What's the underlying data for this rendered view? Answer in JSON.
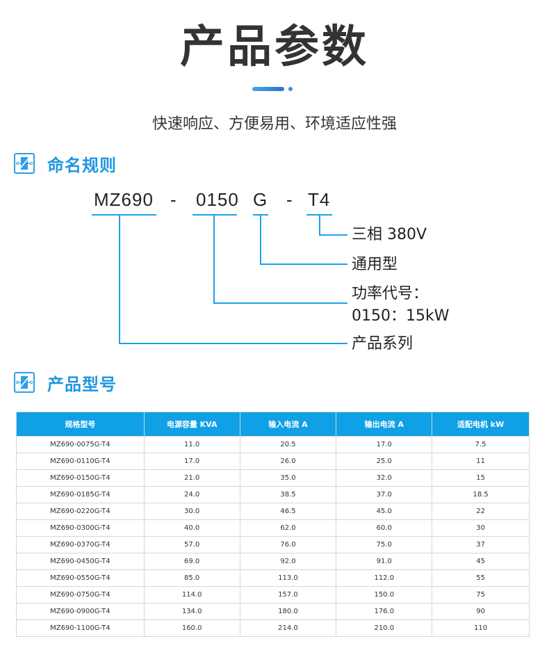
{
  "header": {
    "title": "产品参数",
    "subtitle": "快速响应、方便易用、环境适应性强"
  },
  "naming_section": {
    "icon": "switch-box-icon",
    "title": "命名规则",
    "code_parts": [
      "MZ690",
      "-",
      "0150",
      "G",
      "-",
      "T4"
    ],
    "annotations": {
      "voltage": "三相 380V",
      "type": "通用型",
      "power_label": "功率代号：",
      "power_value": "0150：15kW",
      "series": "产品系列"
    },
    "line_color": "#1ea1e6"
  },
  "model_section": {
    "icon": "switch-box-icon",
    "title": "产品型号"
  },
  "table": {
    "header_color": "#0fa0e6",
    "columns": [
      "规格型号",
      "电源容量 KVA",
      "输入电流 A",
      "输出电流 A",
      "适配电机 kW"
    ],
    "rows": [
      [
        "MZ690-0075G-T4",
        "11.0",
        "20.5",
        "17.0",
        "7.5"
      ],
      [
        "MZ690-0110G-T4",
        "17.0",
        "26.0",
        "25.0",
        "11"
      ],
      [
        "MZ690-0150G-T4",
        "21.0",
        "35.0",
        "32.0",
        "15"
      ],
      [
        "MZ690-0185G-T4",
        "24.0",
        "38.5",
        "37.0",
        "18.5"
      ],
      [
        "MZ690-0220G-T4",
        "30.0",
        "46.5",
        "45.0",
        "22"
      ],
      [
        "MZ690-0300G-T4",
        "40.0",
        "62.0",
        "60.0",
        "30"
      ],
      [
        "MZ690-0370G-T4",
        "57.0",
        "76.0",
        "75.0",
        "37"
      ],
      [
        "MZ690-0450G-T4",
        "69.0",
        "92.0",
        "91.0",
        "45"
      ],
      [
        "MZ690-0550G-T4",
        "85.0",
        "113.0",
        "112.0",
        "55"
      ],
      [
        "MZ690-0750G-T4",
        "114.0",
        "157.0",
        "150.0",
        "75"
      ],
      [
        "MZ690-0900G-T4",
        "134.0",
        "180.0",
        "176.0",
        "90"
      ],
      [
        "MZ690-1100G-T4",
        "160.0",
        "214.0",
        "210.0",
        "110"
      ]
    ]
  }
}
